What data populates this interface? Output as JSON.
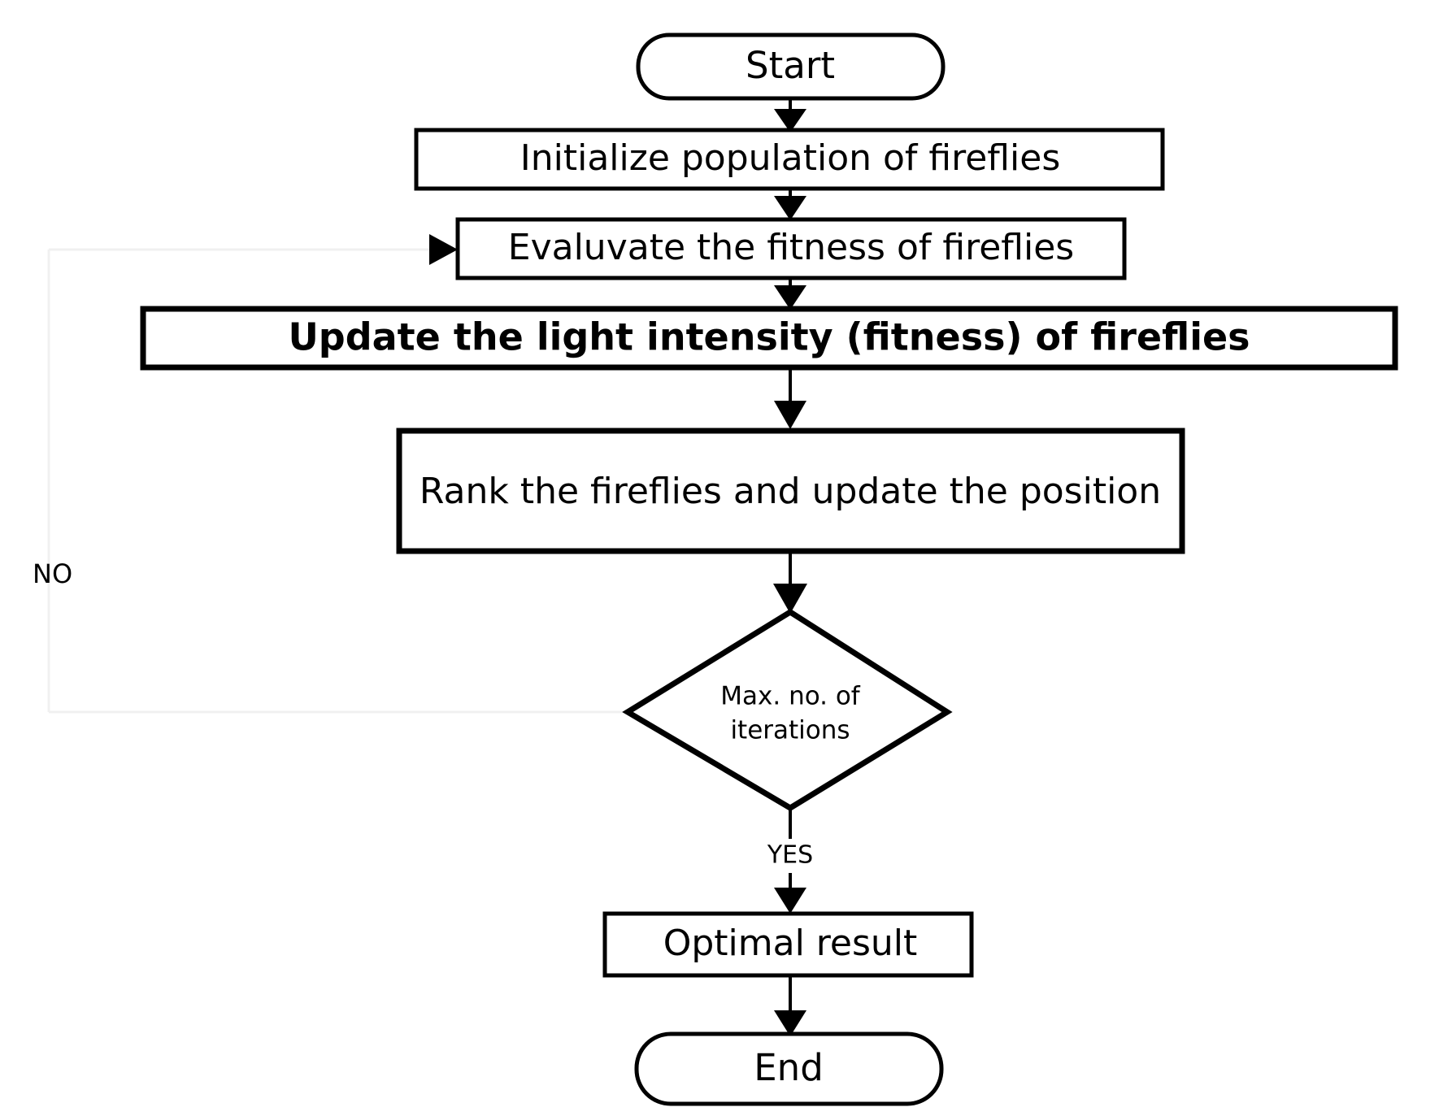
{
  "diagram": {
    "type": "flowchart",
    "title": "Firefly Algorithm Flowchart",
    "background_color": "#ffffff",
    "line_color": "#000000",
    "faint_line_color": "#f0f0f0",
    "nodes": [
      {
        "id": "start",
        "shape": "terminal",
        "label": "Start"
      },
      {
        "id": "init",
        "shape": "process",
        "label": "Initialize population of fireflies"
      },
      {
        "id": "evaluate",
        "shape": "process",
        "label": "Evaluvate the fitness of fireflies"
      },
      {
        "id": "update",
        "shape": "process",
        "label": "Update the light intensity (fitness) of fireflies"
      },
      {
        "id": "rank",
        "shape": "process",
        "label": "Rank the fireflies and update the position"
      },
      {
        "id": "decision",
        "shape": "decision",
        "label_line1": "Max. no. of",
        "label_line2": "iterations"
      },
      {
        "id": "optimal",
        "shape": "process",
        "label": "Optimal result"
      },
      {
        "id": "end",
        "shape": "terminal",
        "label": "End"
      }
    ],
    "edge_labels": {
      "no": "NO",
      "yes": "YES"
    }
  }
}
